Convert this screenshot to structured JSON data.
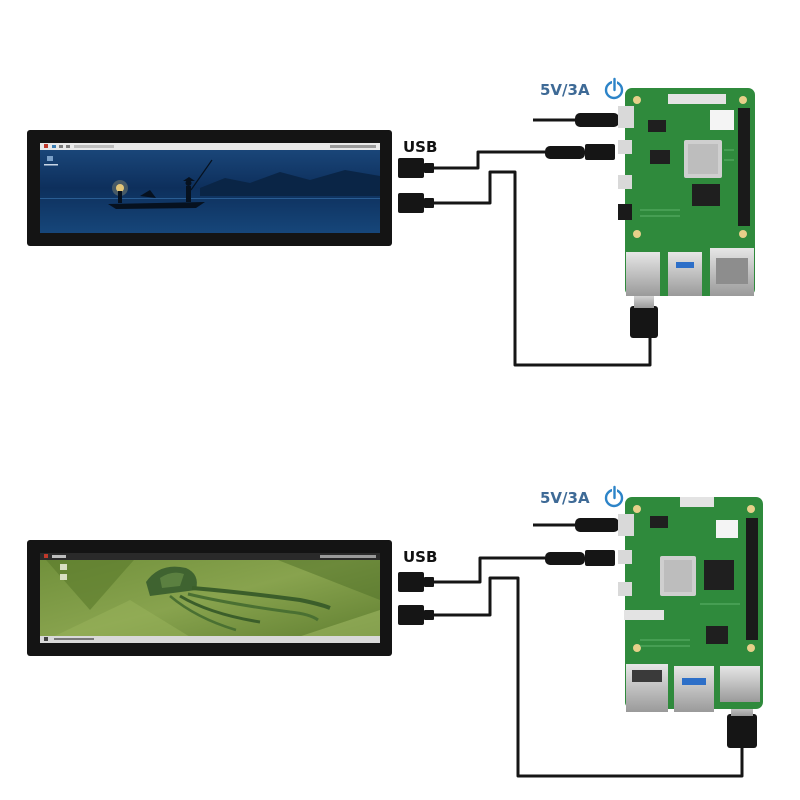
{
  "setups": [
    {
      "usb_label": "USB",
      "power_label": "5V/3A",
      "screen_wallpaper": "night-lake-fisherman",
      "board": "raspberry-pi-4"
    },
    {
      "usb_label": "USB",
      "power_label": "5V/3A",
      "screen_wallpaper": "green-jellyfish",
      "board": "raspberry-pi-5"
    }
  ],
  "colors": {
    "cable": "#151515",
    "pcb": "#2f8a3c",
    "power_icon": "#2d84c8",
    "power_text": "#3e6a96",
    "screen_bezel": "#141414"
  },
  "icons": [
    "power-icon"
  ]
}
